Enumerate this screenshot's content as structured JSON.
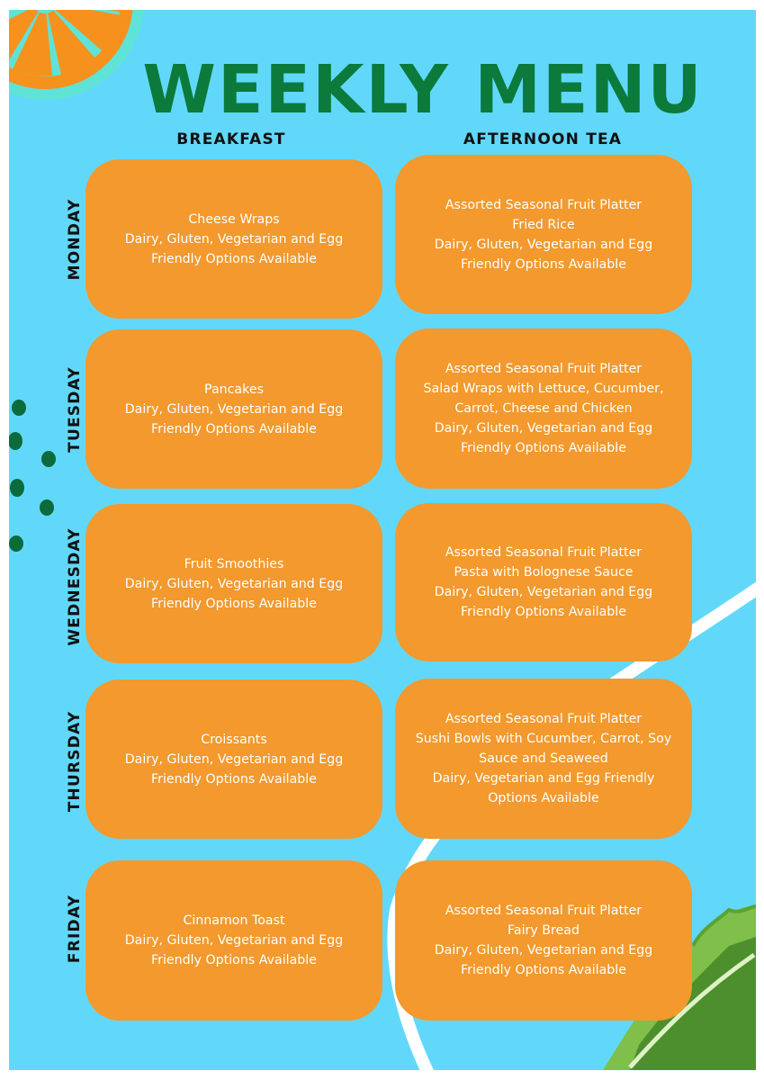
{
  "title": "WEEKLY MENU",
  "columns": {
    "breakfast": "BREAKFAST",
    "afternoon_tea": "AFTERNOON TEA"
  },
  "colors": {
    "background": "#61d8fa",
    "title": "#0c7a3b",
    "card": "#f3992d",
    "card_text": "#ffffff",
    "dots": "#0b6b3a"
  },
  "decorations": [
    "orange-slice-icon",
    "green-dots",
    "lettuce-leaf-icon",
    "white-curve"
  ],
  "days": [
    {
      "name": "MONDAY",
      "breakfast": [
        "Cheese Wraps",
        "Dairy, Gluten, Vegetarian and Egg",
        "Friendly Options Available"
      ],
      "afternoon_tea": [
        "Assorted Seasonal Fruit Platter",
        "Fried Rice",
        "Dairy, Gluten, Vegetarian and Egg",
        "Friendly Options Available"
      ]
    },
    {
      "name": "TUESDAY",
      "breakfast": [
        "Pancakes",
        "Dairy, Gluten, Vegetarian and Egg",
        "Friendly Options Available"
      ],
      "afternoon_tea": [
        "Assorted Seasonal Fruit Platter",
        "Salad Wraps with Lettuce, Cucumber,",
        "Carrot, Cheese and Chicken",
        "Dairy, Gluten, Vegetarian and Egg",
        "Friendly Options Available"
      ]
    },
    {
      "name": "WEDNESDAY",
      "breakfast": [
        "Fruit Smoothies",
        "Dairy, Gluten, Vegetarian and Egg",
        "Friendly Options Available"
      ],
      "afternoon_tea": [
        "Assorted Seasonal Fruit Platter",
        "Pasta with Bolognese Sauce",
        "Dairy, Gluten, Vegetarian and Egg",
        "Friendly Options Available"
      ]
    },
    {
      "name": "THURSDAY",
      "breakfast": [
        "Croissants",
        "Dairy, Gluten, Vegetarian and Egg",
        "Friendly Options Available"
      ],
      "afternoon_tea": [
        "Assorted Seasonal Fruit Platter",
        "Sushi Bowls with Cucumber, Carrot, Soy",
        "Sauce and Seaweed",
        "Dairy, Vegetarian and Egg Friendly",
        "Options Available"
      ]
    },
    {
      "name": "FRIDAY",
      "breakfast": [
        "Cinnamon Toast",
        "Dairy, Gluten, Vegetarian and Egg",
        "Friendly Options Available"
      ],
      "afternoon_tea": [
        "Assorted Seasonal Fruit Platter",
        "Fairy Bread",
        "Dairy, Gluten, Vegetarian and Egg",
        "Friendly Options Available"
      ]
    }
  ]
}
